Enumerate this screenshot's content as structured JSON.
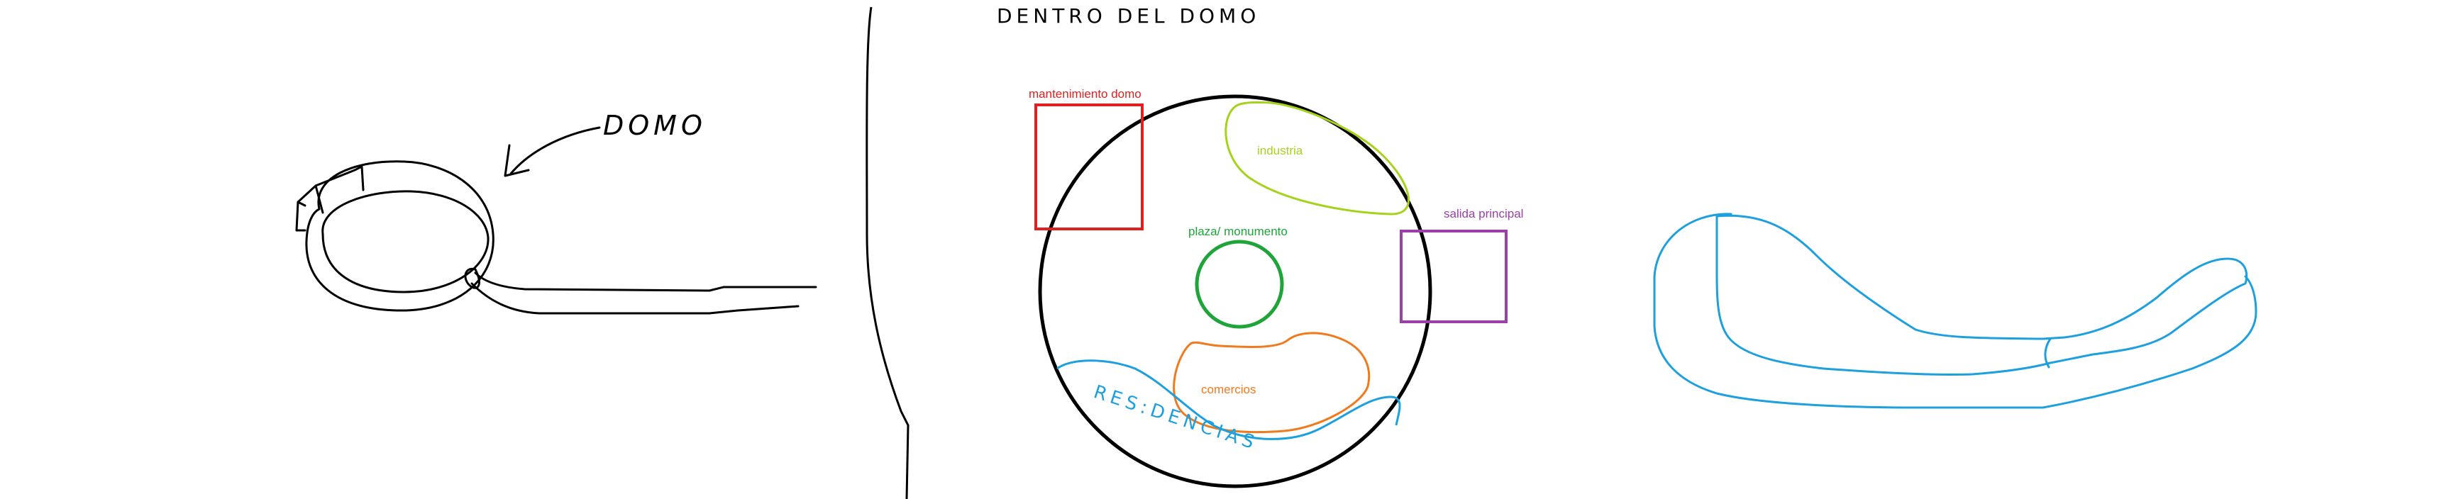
{
  "title": "DENTRO DEL DOMO",
  "dome_label": "DOMO",
  "zones": {
    "maintenance": {
      "label": "mantenimiento domo",
      "color": "#e02020"
    },
    "industry": {
      "label": "industria",
      "color": "#a6d21c"
    },
    "main_exit": {
      "label": "salida principal",
      "color": "#9b40a8"
    },
    "plaza": {
      "label": "plaza/ monumento",
      "color": "#1fa43a"
    },
    "commerce": {
      "label": "comercios",
      "color": "#f07a1e"
    },
    "residences": {
      "label": "RES:DENCIAS",
      "color": "#1ea0de"
    }
  },
  "colors": {
    "ink": "#000000",
    "blue_shape": "#1ea0de"
  }
}
